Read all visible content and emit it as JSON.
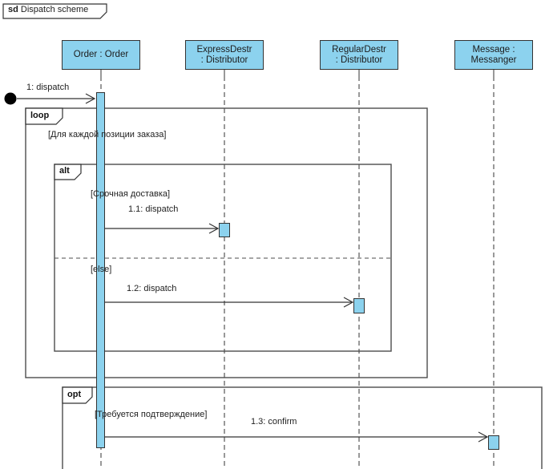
{
  "diagram": {
    "title_keyword": "sd",
    "title_name": "Dispatch scheme"
  },
  "lifelines": [
    {
      "line1": "Order : Order",
      "line2": ""
    },
    {
      "line1": "ExpressDestr",
      "line2": ": Distributor"
    },
    {
      "line1": "RegularDestr",
      "line2": ": Distributor"
    },
    {
      "line1": "Message :",
      "line2": "Messanger"
    }
  ],
  "fragments": {
    "loop": {
      "keyword": "loop",
      "guard": "[Для каждой позиции заказа]"
    },
    "alt": {
      "keyword": "alt",
      "guard_if": "[Срочная доставка]",
      "guard_else": "[else]"
    },
    "opt": {
      "keyword": "opt",
      "guard": "[Требуется подтверждение]"
    }
  },
  "messages": [
    {
      "label": "1: dispatch"
    },
    {
      "label": "1.1: dispatch"
    },
    {
      "label": "1.2: dispatch"
    },
    {
      "label": "1.3: confirm"
    }
  ],
  "colors": {
    "element_fill": "#8CD2EE",
    "element_border": "#333333",
    "frame_border": "#4d4d4d"
  }
}
